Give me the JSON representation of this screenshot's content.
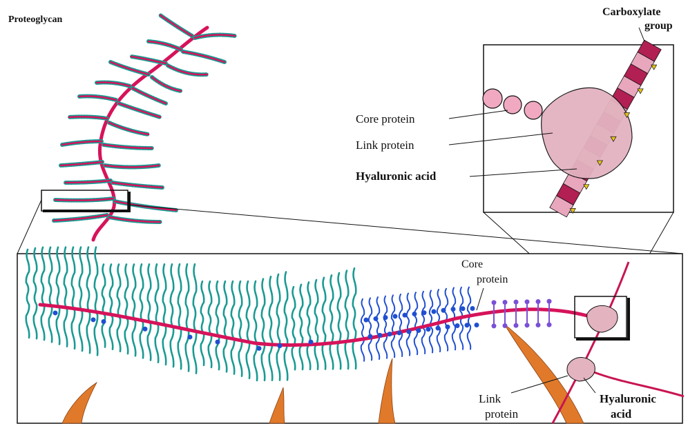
{
  "labels": {
    "proteoglycan": "Proteoglycan",
    "carboxylate_line1": "Carboxylate",
    "carboxylate_line2": "group",
    "core_protein_inset": "Core protein",
    "link_protein_inset": "Link protein",
    "hyaluronic_acid_inset": "Hyaluronic acid",
    "core_protein_main_line1": "Core",
    "core_protein_main_line2": "protein",
    "link_protein_bottom_line1": "Link",
    "link_protein_bottom_line2": "protein",
    "hyaluronic_bottom_line1": "Hyaluronic",
    "hyaluronic_bottom_line2": "acid"
  },
  "colors": {
    "core": "#d6135a",
    "chain_teal": "#1a9a93",
    "chain_blue": "#1f4fd1",
    "chain_purple": "#7b4fd6",
    "link_protein": "#e3b3c0",
    "hyaluronic_dark": "#b21f53",
    "hyaluronic_light": "#e8a7bd",
    "carboxylate": "#e8c31a",
    "collagen": "#e07a2a",
    "outline": "#111111"
  }
}
